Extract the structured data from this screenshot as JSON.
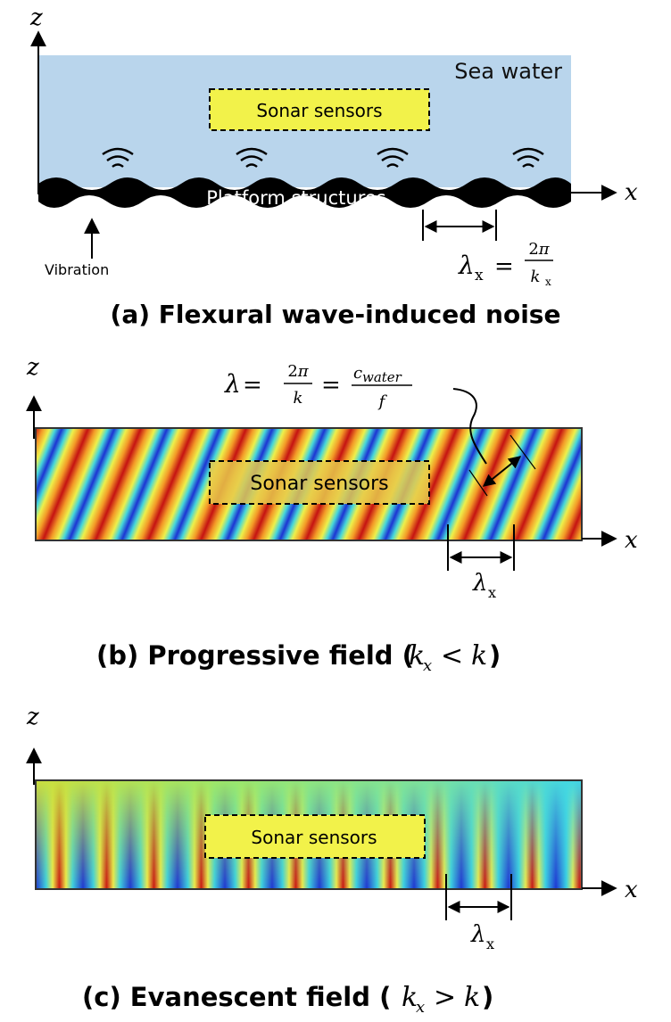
{
  "panel_a": {
    "z_axis": "z",
    "x_axis": "x",
    "medium_label": "Sea water",
    "sensor_label": "Sonar sensors",
    "structure_label": "Platform structures",
    "vibration_label": "Vibration",
    "wavelength_label": "λx = 2π / kx",
    "caption": "(a) Flexural wave-induced noise",
    "colors": {
      "water": "#b9d5ec",
      "sensor_box": "#f2f24a",
      "structure": "#000000"
    },
    "icons": [
      "wave-emission-icon"
    ]
  },
  "panel_b": {
    "z_axis": "z",
    "x_axis": "x",
    "sensor_label": "Sonar sensors",
    "wavelength_eq": "λ = 2π / k = c_water / f",
    "lambda_x": "λx",
    "caption": "(b) Progressive field (kx < k)",
    "colors": {
      "red": "#cf1313",
      "blue": "#1b33d6",
      "cyan": "#33d7e3",
      "yellow": "#f1ee3a"
    }
  },
  "panel_c": {
    "z_axis": "z",
    "x_axis": "x",
    "sensor_label": "Sonar sensors",
    "lambda_x": "λx",
    "caption": "(c) Evanescent field (kx > k)",
    "colors": {
      "top": "#8ee870",
      "bottom": "#1b33d6"
    }
  }
}
